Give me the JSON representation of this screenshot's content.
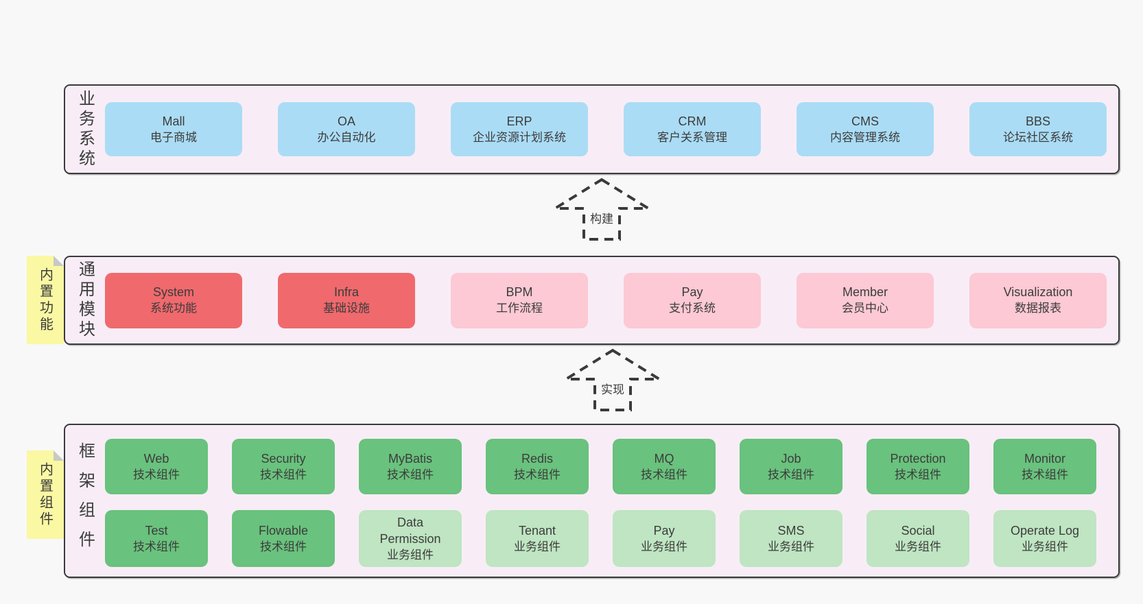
{
  "colors": {
    "pageBg": "#f8f8f8",
    "panelBg": "#f8edf6",
    "panelBorder": "#3a3a3a",
    "text": "#3c3c3c",
    "blue": "#abdcf5",
    "red": "#f0696d",
    "pink": "#fcc9d4",
    "green": "#69c27d",
    "lightgreen": "#bfe5c2",
    "noteBg": "#faf8a2",
    "noteFold": "#c8c8c8"
  },
  "arrows": [
    {
      "label": "构建"
    },
    {
      "label": "实现"
    }
  ],
  "layers": [
    {
      "label": "业务系统",
      "boxes": [
        {
          "name": "Mall",
          "desc": "电子商城",
          "variant": "blue"
        },
        {
          "name": "OA",
          "desc": "办公自动化",
          "variant": "blue"
        },
        {
          "name": "ERP",
          "desc": "企业资源计划系统",
          "variant": "blue"
        },
        {
          "name": "CRM",
          "desc": "客户关系管理",
          "variant": "blue"
        },
        {
          "name": "CMS",
          "desc": "内容管理系统",
          "variant": "blue"
        },
        {
          "name": "BBS",
          "desc": "论坛社区系统",
          "variant": "blue"
        }
      ]
    },
    {
      "label": "通用模块",
      "note": "内置功能",
      "boxes": [
        {
          "name": "System",
          "desc": "系统功能",
          "variant": "red"
        },
        {
          "name": "Infra",
          "desc": "基础设施",
          "variant": "red"
        },
        {
          "name": "BPM",
          "desc": "工作流程",
          "variant": "pink"
        },
        {
          "name": "Pay",
          "desc": "支付系统",
          "variant": "pink"
        },
        {
          "name": "Member",
          "desc": "会员中心",
          "variant": "pink"
        },
        {
          "name": "Visualization",
          "desc": "数据报表",
          "variant": "pink"
        }
      ]
    },
    {
      "label": "框架组件",
      "note": "内置组件",
      "rows": [
        [
          {
            "name": "Web",
            "desc": "技术组件",
            "variant": "green"
          },
          {
            "name": "Security",
            "desc": "技术组件",
            "variant": "green"
          },
          {
            "name": "MyBatis",
            "desc": "技术组件",
            "variant": "green"
          },
          {
            "name": "Redis",
            "desc": "技术组件",
            "variant": "green"
          },
          {
            "name": "MQ",
            "desc": "技术组件",
            "variant": "green"
          },
          {
            "name": "Job",
            "desc": "技术组件",
            "variant": "green"
          },
          {
            "name": "Protection",
            "desc": "技术组件",
            "variant": "green"
          },
          {
            "name": "Monitor",
            "desc": "技术组件",
            "variant": "green"
          }
        ],
        [
          {
            "name": "Test",
            "desc": "技术组件",
            "variant": "green"
          },
          {
            "name": "Flowable",
            "desc": "技术组件",
            "variant": "green"
          },
          {
            "name": "Data Permission",
            "desc": "业务组件",
            "variant": "lightgreen"
          },
          {
            "name": "Tenant",
            "desc": "业务组件",
            "variant": "lightgreen"
          },
          {
            "name": "Pay",
            "desc": "业务组件",
            "variant": "lightgreen"
          },
          {
            "name": "SMS",
            "desc": "业务组件",
            "variant": "lightgreen"
          },
          {
            "name": "Social",
            "desc": "业务组件",
            "variant": "lightgreen"
          },
          {
            "name": "Operate Log",
            "desc": "业务组件",
            "variant": "lightgreen"
          }
        ]
      ]
    }
  ]
}
